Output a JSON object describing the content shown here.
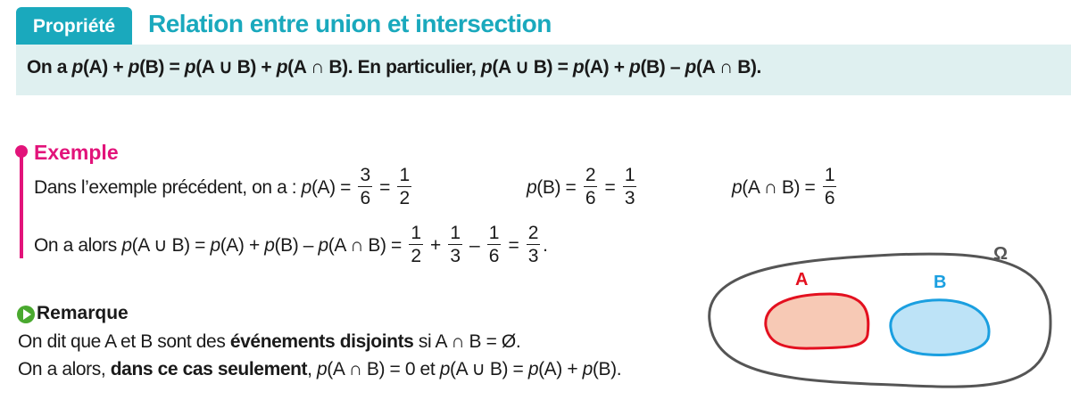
{
  "property": {
    "tag": "Propriété",
    "title": "Relation entre union et intersection",
    "statement": [
      "On a ",
      {
        "i": "p"
      },
      "(A) + ",
      {
        "i": "p"
      },
      "(B) = ",
      {
        "i": "p"
      },
      "(A ∪ B) + ",
      {
        "i": "p"
      },
      "(A ∩ B). En particulier, ",
      {
        "i": "p"
      },
      "(A ∪ B) = ",
      {
        "i": "p"
      },
      "(A) + ",
      {
        "i": "p"
      },
      "(B) – ",
      {
        "i": "p"
      },
      "(A ∩ B)."
    ]
  },
  "example": {
    "title": "Exemple",
    "line1a": [
      "Dans l’exemple précédent, on a : ",
      {
        "i": "p"
      },
      "(A) = ",
      {
        "f": [
          "3",
          "6"
        ]
      },
      " = ",
      {
        "f": [
          "1",
          "2"
        ]
      }
    ],
    "line1b": [
      {
        "i": "p"
      },
      "(B) = ",
      {
        "f": [
          "2",
          "6"
        ]
      },
      " = ",
      {
        "f": [
          "1",
          "3"
        ]
      }
    ],
    "line1c": [
      {
        "i": "p"
      },
      "(A ∩ B) = ",
      {
        "f": [
          "1",
          "6"
        ]
      }
    ],
    "line2": [
      "On a alors ",
      {
        "i": "p"
      },
      "(A ∪ B) = ",
      {
        "i": "p"
      },
      "(A) + ",
      {
        "i": "p"
      },
      "(B) – ",
      {
        "i": "p"
      },
      "(A ∩ B) = ",
      {
        "f": [
          "1",
          "2"
        ]
      },
      " + ",
      {
        "f": [
          "1",
          "3"
        ]
      },
      " – ",
      {
        "f": [
          "1",
          "6"
        ]
      },
      " = ",
      {
        "f": [
          "2",
          "3"
        ]
      },
      "."
    ]
  },
  "remark": {
    "title": "Remarque",
    "line1": [
      "On dit que A et B sont des ",
      {
        "b": "événements disjoints"
      },
      " si A ∩ B = Ø."
    ],
    "line2": [
      "On a alors, ",
      {
        "b": "dans ce cas seulement"
      },
      ", ",
      {
        "i": "p"
      },
      "(A ∩ B) = 0 et ",
      {
        "i": "p"
      },
      "(A ∪ B) = ",
      {
        "i": "p"
      },
      "(A) + ",
      {
        "i": "p"
      },
      "(B)."
    ]
  },
  "diagram": {
    "universe_label": "Ω",
    "set_a_label": "A",
    "set_b_label": "B",
    "colors": {
      "universe": "#555555",
      "a_stroke": "#e3101f",
      "a_fill": "#f7c9b5",
      "b_stroke": "#1a9fe0",
      "b_fill": "#bde3f7"
    }
  }
}
